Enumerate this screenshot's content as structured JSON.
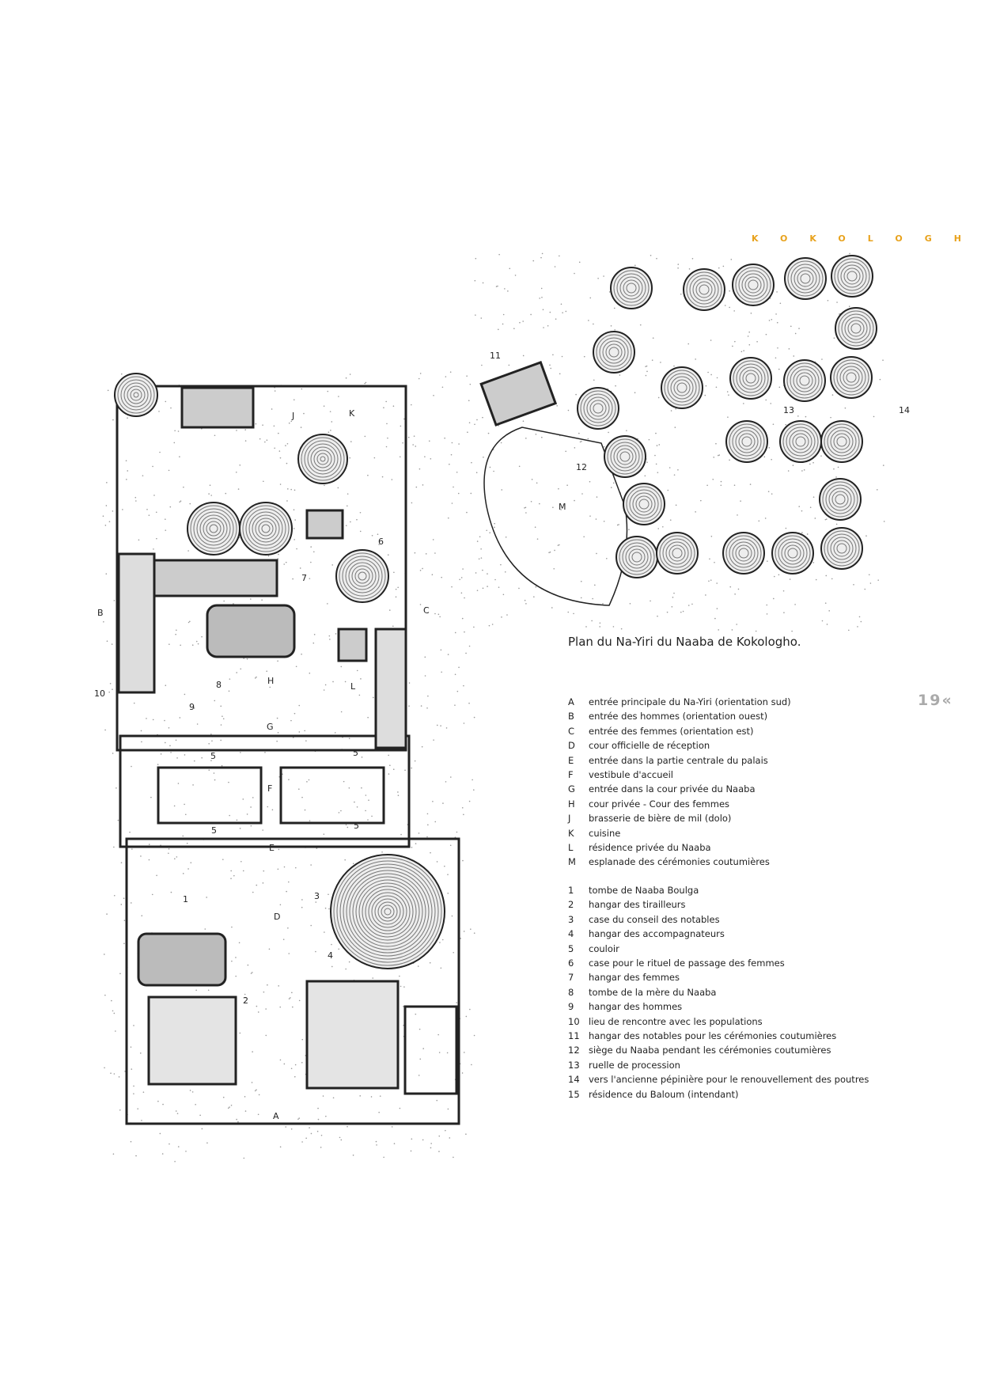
{
  "header": {
    "section": "KOKOLOGHO"
  },
  "page_number": "19«",
  "title": "Plan du Na-Yiri du Naaba de Kokologho.",
  "legend_letters": [
    {
      "key": "A",
      "text": "entrée principale du Na-Yiri (orientation sud)"
    },
    {
      "key": "B",
      "text": "entrée des hommes (orientation ouest)"
    },
    {
      "key": "C",
      "text": "entrée des femmes (orientation est)"
    },
    {
      "key": "D",
      "text": "cour officielle de réception"
    },
    {
      "key": "E",
      "text": "entrée dans la partie centrale du palais"
    },
    {
      "key": "F",
      "text": "vestibule d'accueil"
    },
    {
      "key": "G",
      "text": "entrée dans la cour privée du Naaba"
    },
    {
      "key": "H",
      "text": "cour privée - Cour des femmes"
    },
    {
      "key": "J",
      "text": "brasserie de bière de mil (dolo)"
    },
    {
      "key": "K",
      "text": "cuisine"
    },
    {
      "key": "L",
      "text": "résidence privée du Naaba"
    },
    {
      "key": "M",
      "text": "esplanade des cérémonies coutumières"
    }
  ],
  "legend_numbers": [
    {
      "key": "1",
      "text": "tombe de Naaba Boulga"
    },
    {
      "key": "2",
      "text": "hangar des tirailleurs"
    },
    {
      "key": "3",
      "text": "case du conseil des notables"
    },
    {
      "key": "4",
      "text": "hangar des accompagnateurs"
    },
    {
      "key": "5",
      "text": "couloir"
    },
    {
      "key": "6",
      "text": "case pour le rituel de passage des femmes"
    },
    {
      "key": "7",
      "text": "hangar des femmes"
    },
    {
      "key": "8",
      "text": "tombe de la mère du Naaba"
    },
    {
      "key": "9",
      "text": "hangar des hommes"
    },
    {
      "key": "10",
      "text": "lieu de rencontre avec les populations"
    },
    {
      "key": "11",
      "text": "hangar des notables pour les cérémonies coutumières"
    },
    {
      "key": "12",
      "text": "siège du Naaba pendant les cérémonies coutumières"
    },
    {
      "key": "13",
      "text": "ruelle de procession"
    },
    {
      "key": "14",
      "text": "vers l'ancienne pépinière pour le renouvellement des poutres"
    },
    {
      "key": "15",
      "text": "résidence du Baloum (intendant)"
    }
  ],
  "plan_labels": [
    "11",
    "13",
    "14",
    "12",
    "M",
    "J",
    "K",
    "6",
    "7",
    "B",
    "C",
    "8",
    "H",
    "L",
    "10",
    "9",
    "G",
    "5",
    "5",
    "F",
    "5",
    "5",
    "E",
    "1",
    "D",
    "3",
    "4",
    "2",
    "A"
  ]
}
